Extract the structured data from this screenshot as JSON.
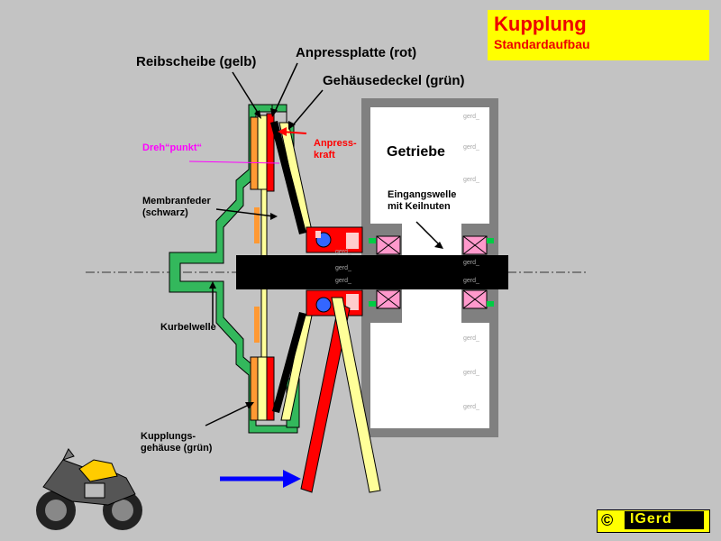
{
  "title": {
    "main": "Kupplung",
    "sub": "Standardaufbau"
  },
  "labels": {
    "reibscheibe": "Reibscheibe (gelb)",
    "anpressplatte": "Anpressplatte (rot)",
    "gehaeusedeckel": "Gehäusedeckel (grün)",
    "drehpunkt": "Dreh“punkt“",
    "anpresskraft_1": "Anpress-",
    "anpresskraft_2": "kraft",
    "getriebe": "Getriebe",
    "eingangswelle_1": "Eingangswelle",
    "eingangswelle_2": "mit Keilnuten",
    "membranfeder_1": "Membranfeder",
    "membranfeder_2": "(schwarz)",
    "kurbelwelle": "Kurbelwelle",
    "kupplungsgehaeuse_1": "Kupplungs-",
    "kupplungsgehaeuse_2": "gehäuse (grün)"
  },
  "watermark": "gerd_",
  "copyright": {
    "symbol": "©",
    "name": "IGerd"
  },
  "colors": {
    "background": "#c3c3c3",
    "housing_green": "#33b85c",
    "friction_yellow": "#ffff99",
    "friction_orange": "#ff9933",
    "pressure_red": "#ff0000",
    "spring_black": "#000000",
    "bearing_pink": "#ff99cc",
    "ball_blue": "#3366ff",
    "title_bg": "#ffff00",
    "title_text": "#ee0000",
    "arrow_blue": "#0000ff",
    "pivot_line": "#ff00ff"
  }
}
